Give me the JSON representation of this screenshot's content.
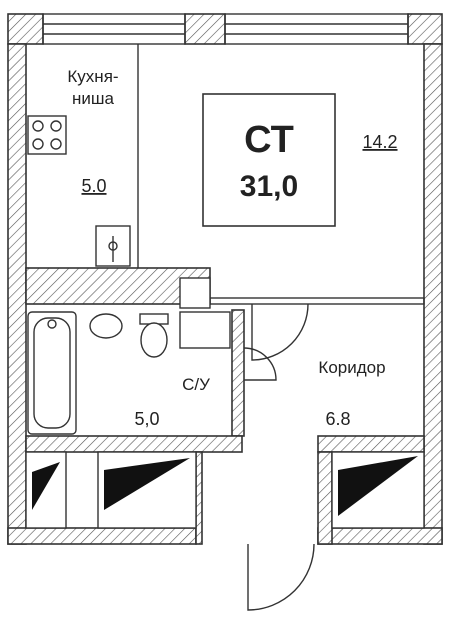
{
  "plan": {
    "apartment_code": "СТ",
    "total_area": "31,0",
    "rooms": {
      "kitchen_name_line1": "Кухня-",
      "kitchen_name_line2": "ниша",
      "kitchen_area": "5.0",
      "living_area": "14.2",
      "bathroom_name": "С/У",
      "bathroom_area": "5,0",
      "corridor_name": "Коридор",
      "corridor_area": "6.8"
    }
  }
}
